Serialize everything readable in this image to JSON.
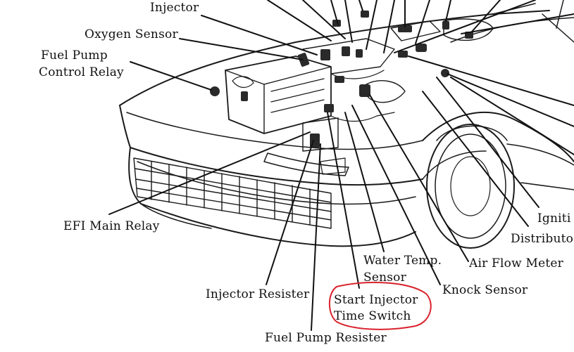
{
  "labels": {
    "injector": "Injector",
    "oxygen_sensor": "Oxygen Sensor",
    "fuel_pump_control_relay_line1": "Fuel Pump",
    "fuel_pump_control_relay_line2": "Control Relay",
    "efi_main_relay": "EFI Main Relay",
    "injector_resister": "Injector Resister",
    "fuel_pump_resister": "Fuel Pump Resister",
    "start_injector_time_switch_line1": "Start Injector",
    "start_injector_time_switch_line2": "Time Switch",
    "water_temp_sensor_line1": "Water Temp.",
    "water_temp_sensor_line2": "Sensor",
    "knock_sensor": "Knock Sensor",
    "air_flow_meter": "Air Flow Meter",
    "distributor": "Distributo",
    "ignition": "Igniti"
  },
  "colors": {
    "ink": "#1a1a1a",
    "highlight_circle": "#d9232d",
    "background": "#ffffff"
  }
}
